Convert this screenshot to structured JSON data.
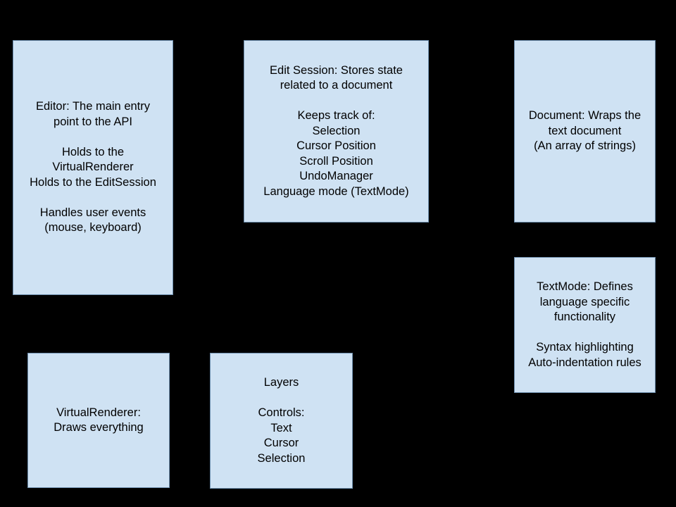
{
  "colors": {
    "canvas_bg": "#000000",
    "box_fill": "#cfe2f3",
    "box_border": "#6d8ead",
    "box_text": "#000000"
  },
  "boxes": {
    "editor": {
      "name": "Editor",
      "lines": [
        "Editor: The main entry",
        "point to the API",
        "",
        "Holds to the",
        "VirtualRenderer",
        "Holds to the EditSession",
        "",
        "Handles user events",
        "(mouse, keyboard)"
      ]
    },
    "edit_session": {
      "name": "Edit Session",
      "lines": [
        "Edit Session: Stores state",
        "related to a document",
        "",
        "Keeps track of:",
        "Selection",
        "Cursor Position",
        "Scroll Position",
        "UndoManager",
        "Language mode (TextMode)"
      ]
    },
    "document": {
      "name": "Document",
      "lines": [
        "Document: Wraps the",
        "text document",
        "(An array of strings)"
      ]
    },
    "textmode": {
      "name": "TextMode",
      "lines": [
        "TextMode: Defines",
        "language specific",
        "functionality",
        "",
        "Syntax highlighting",
        "Auto-indentation rules"
      ]
    },
    "virtual_renderer": {
      "name": "VirtualRenderer",
      "lines": [
        "VirtualRenderer:",
        "Draws everything"
      ]
    },
    "layers": {
      "name": "Layers",
      "lines": [
        "Layers",
        "",
        "Controls:",
        "Text",
        "Cursor",
        "Selection"
      ]
    }
  }
}
